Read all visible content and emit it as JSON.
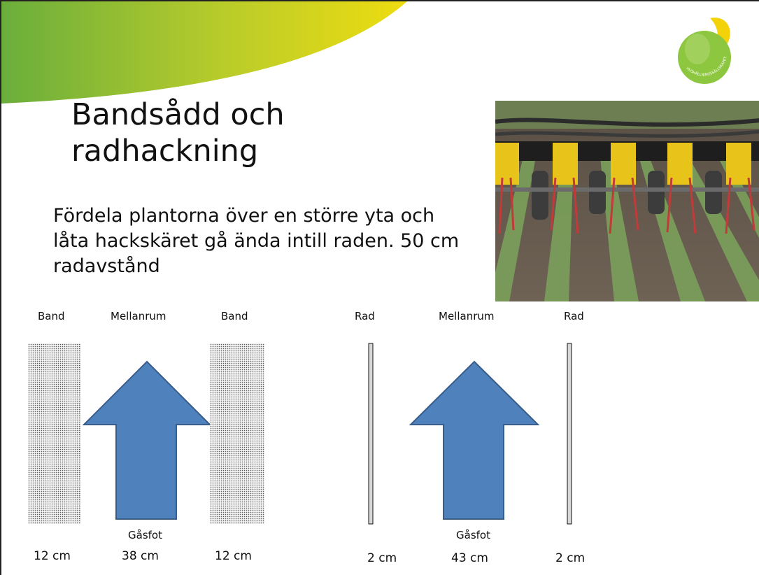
{
  "slide": {
    "title": "Bandsådd och radhackning",
    "body_text": "Fördela plantorna över en större yta och låta hackskäret gå ända intill raden. 50 cm radavstånd",
    "logo_text": "HUSHÅLLNINGSSÄLLSKAPET",
    "colors": {
      "arrow_fill": "#4f81bd",
      "arrow_stroke": "#385d8a",
      "swoosh_green": "#7cb342",
      "swoosh_yellow": "#e3d90f",
      "logo_green": "#8dc63f",
      "logo_yellow": "#f4d20a"
    }
  },
  "left_diagram": {
    "labels": [
      "Band",
      "Mellanrum",
      "Band"
    ],
    "arrow_label": "Gåsfot",
    "measurements": [
      "12 cm",
      "38 cm",
      "12 cm"
    ]
  },
  "right_diagram": {
    "labels": [
      "Rad",
      "Mellanrum",
      "Rad"
    ],
    "arrow_label": "Gåsfot",
    "measurements": [
      "2 cm",
      "43 cm",
      "2 cm"
    ]
  }
}
